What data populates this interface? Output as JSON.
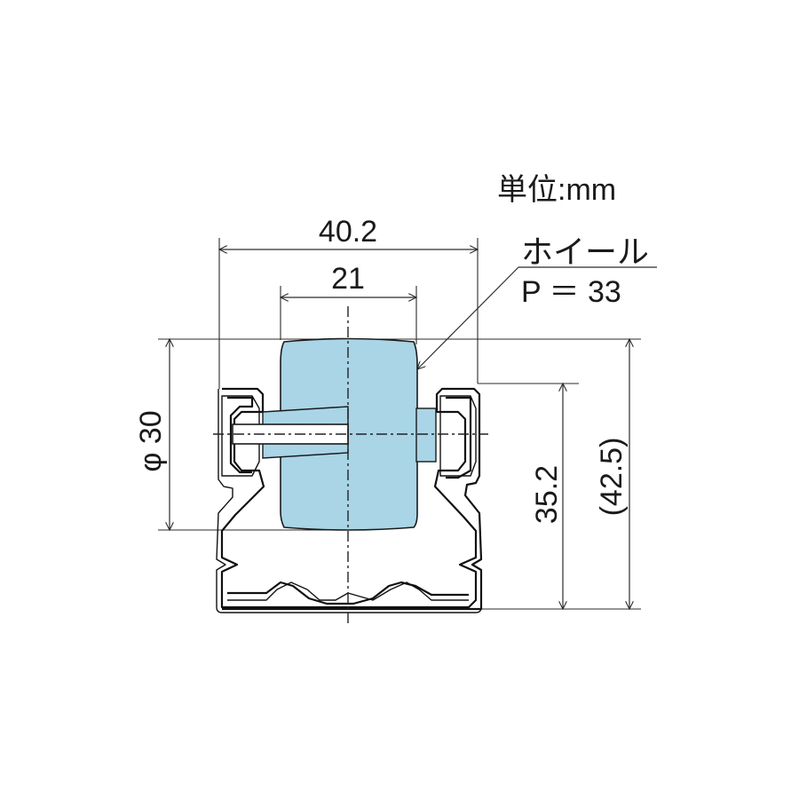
{
  "units_label": "単位:mm",
  "callout": {
    "name": "ホイール",
    "pitch": "P ＝ 33"
  },
  "dimensions": {
    "overall_width": "40.2",
    "wheel_width": "21",
    "wheel_diameter": "φ 30",
    "frame_height": "35.2",
    "total_height": "(42.5)"
  },
  "colors": {
    "wheel_fill": "#a9d5e6",
    "line": "#1a1a1a"
  }
}
